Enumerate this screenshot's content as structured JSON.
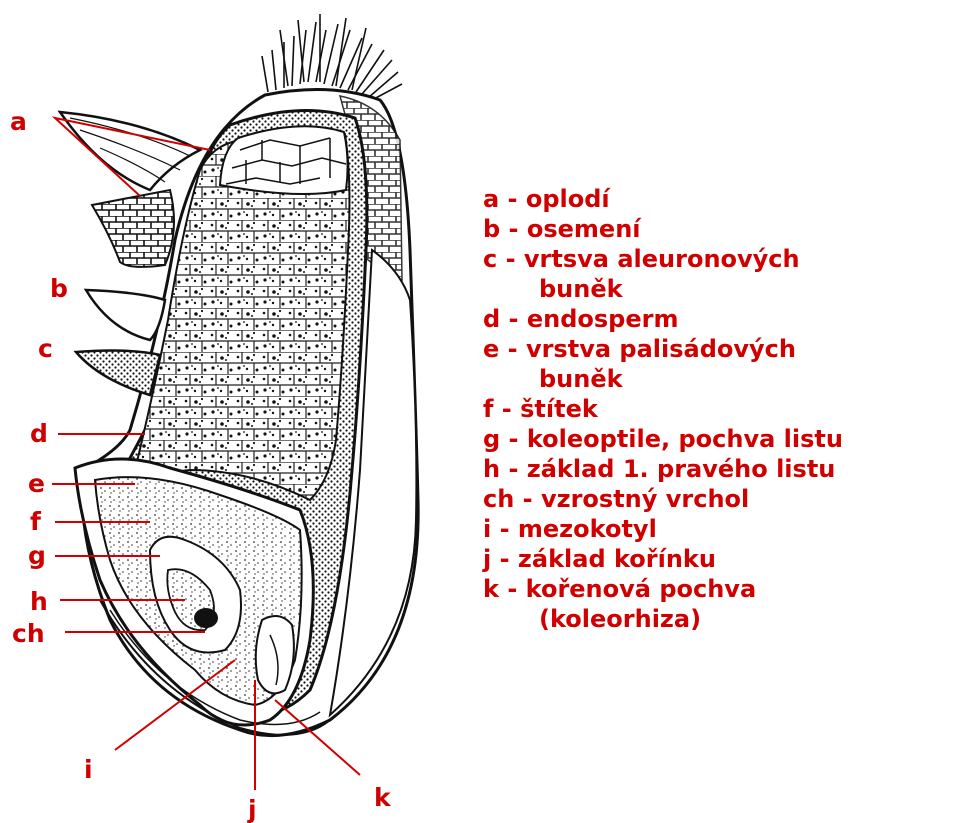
{
  "colors": {
    "label": "#d00000",
    "ink": "#111111",
    "paper": "#ffffff"
  },
  "labels": {
    "a": "a",
    "b": "b",
    "c": "c",
    "d": "d",
    "e": "e",
    "f": "f",
    "g": "g",
    "h": "h",
    "ch": "ch",
    "i": "i",
    "j": "j",
    "k": "k"
  },
  "legend": [
    {
      "text": "a - oplodí"
    },
    {
      "text": "b - osemení"
    },
    {
      "text": "c - vrtsva aleuronových",
      "cont": "buněk"
    },
    {
      "text": "d - endosperm"
    },
    {
      "text": "e - vrstva palisádových",
      "cont": "buněk"
    },
    {
      "text": "f - štítek"
    },
    {
      "text": "g - koleoptile, pochva listu"
    },
    {
      "text": "h - základ 1. pravého listu"
    },
    {
      "text": "ch - vzrostný vrchol"
    },
    {
      "text": "i - mezokotyl"
    },
    {
      "text": "j - základ kořínku"
    },
    {
      "text": "k - kořenová pochva",
      "cont": "(koleorhiza)"
    }
  ]
}
